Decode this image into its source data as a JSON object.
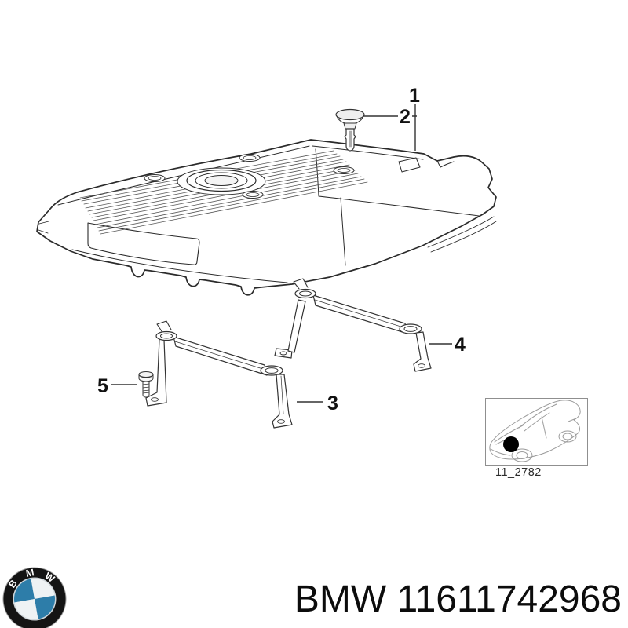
{
  "page": {
    "background": "#ffffff"
  },
  "diagram": {
    "callouts": [
      {
        "label": "1"
      },
      {
        "label": "2"
      },
      {
        "label": "3"
      },
      {
        "label": "4"
      },
      {
        "label": "5"
      }
    ]
  },
  "inset": {
    "code": "11_2782"
  },
  "footer": {
    "brand": "BMW",
    "part_number": "11611742968",
    "caption": "BMW 11611742968",
    "logo_letters": [
      "B",
      "M",
      "W"
    ]
  },
  "colors": {
    "ink": "#2b2b2b",
    "logo_blue": "#2d7da9",
    "inset_line": "#9b9b9b"
  }
}
